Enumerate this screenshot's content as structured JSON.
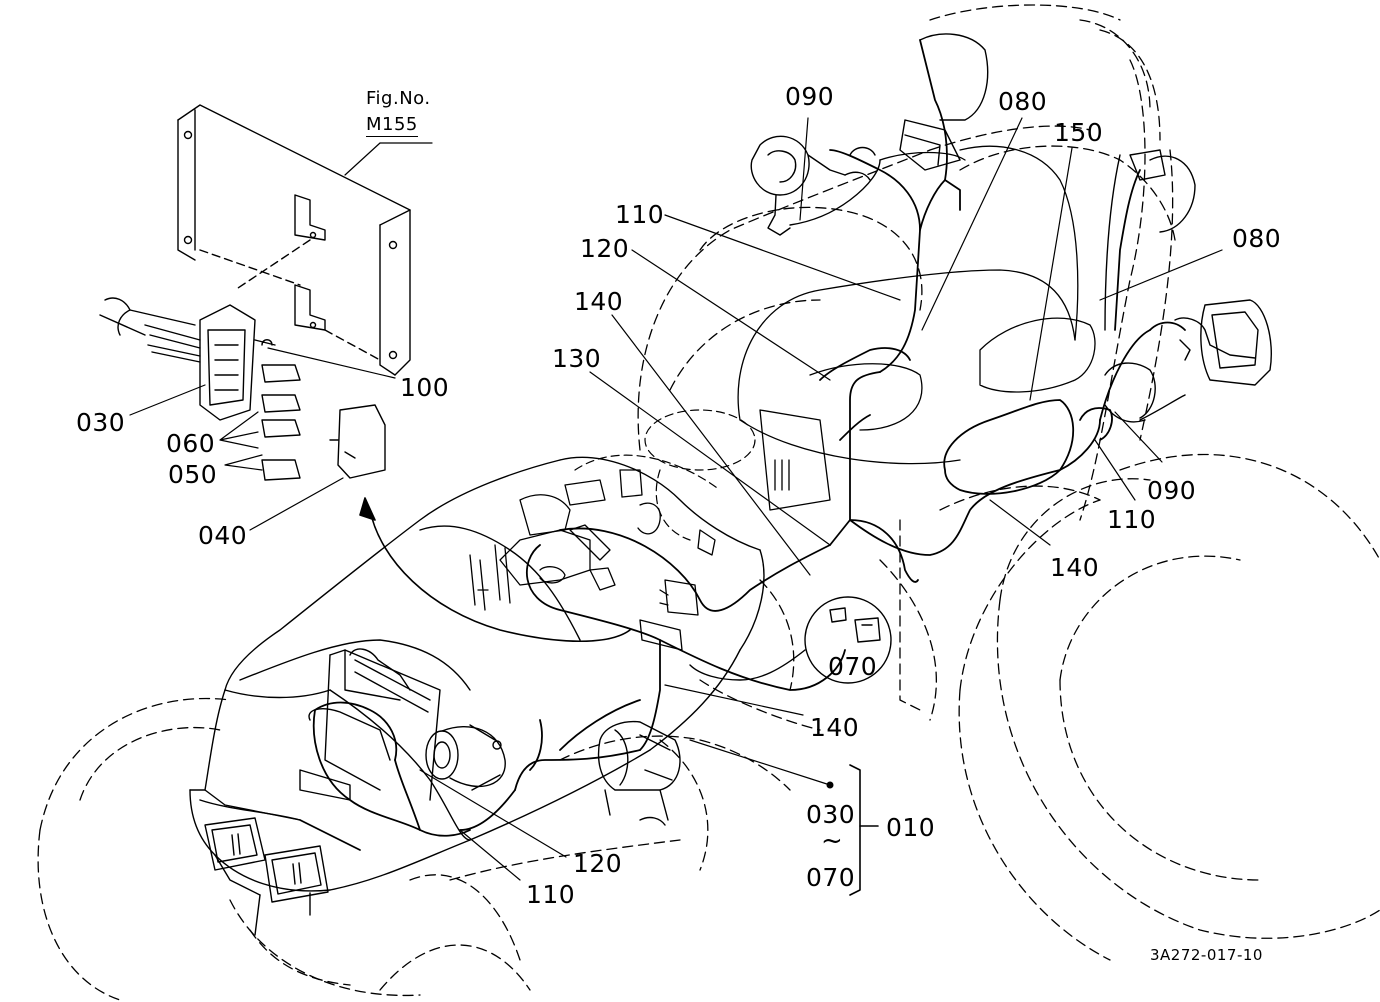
{
  "figure_ref": {
    "label": "Fig.No.",
    "number": "M155"
  },
  "drawing_code": "3A272-017-10",
  "callouts": {
    "c090_top": "090",
    "c080_top": "080",
    "c150": "150",
    "c110_top": "110",
    "c120_top": "120",
    "c080_right": "080",
    "c140_top": "140",
    "c130": "130",
    "c100": "100",
    "c030": "030",
    "c060": "060",
    "c050": "050",
    "c040": "040",
    "c090_right": "090",
    "c110_right": "110",
    "c140_right": "140",
    "c070_inset": "070",
    "c140_mid": "140",
    "c120_bottom": "120",
    "c110_bottom": "110"
  },
  "range_group": {
    "from": "030",
    "separator": "~",
    "to": "070",
    "assembly": "010"
  }
}
